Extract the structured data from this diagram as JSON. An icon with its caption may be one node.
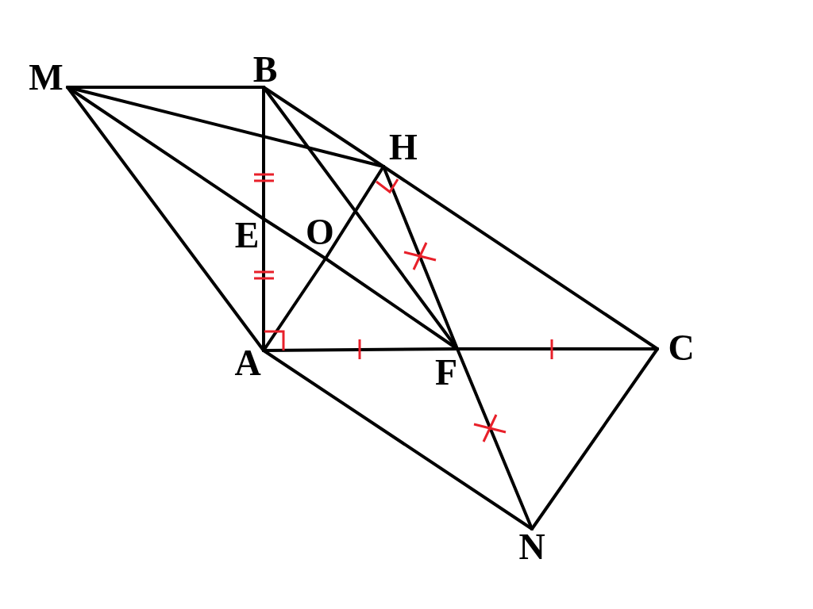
{
  "diagram": {
    "nodes": [
      {
        "text": [
          "M"
        ]
      },
      {
        "text": [
          "B"
        ]
      },
      {
        "text": [
          "H"
        ]
      },
      {
        "text": [
          "E"
        ]
      },
      {
        "text": [
          "O"
        ]
      },
      {
        "text": [
          "A"
        ]
      },
      {
        "text": [
          "F"
        ]
      },
      {
        "text": [
          "C"
        ]
      },
      {
        "text": [
          "N"
        ]
      }
    ],
    "edges": [
      {
        "from": 0,
        "to": 1,
        "arrow": "none"
      },
      {
        "from": 0,
        "to": 5,
        "arrow": "none"
      },
      {
        "from": 0,
        "to": 2,
        "arrow": "none"
      },
      {
        "from": 0,
        "to": 3,
        "arrow": "none"
      },
      {
        "from": 3,
        "to": 4,
        "arrow": "none"
      },
      {
        "from": 4,
        "to": 6,
        "arrow": "none"
      },
      {
        "from": 5,
        "to": 3,
        "arrow": "none"
      },
      {
        "from": 3,
        "to": 1,
        "arrow": "none"
      },
      {
        "from": 1,
        "to": 2,
        "arrow": "none"
      },
      {
        "from": 2,
        "to": 7,
        "arrow": "none"
      },
      {
        "from": 1,
        "to": 6,
        "arrow": "none"
      },
      {
        "from": 5,
        "to": 4,
        "arrow": "none"
      },
      {
        "from": 4,
        "to": 2,
        "arrow": "none"
      },
      {
        "from": 2,
        "to": 6,
        "arrow": "none"
      },
      {
        "from": 6,
        "to": 8,
        "arrow": "none"
      },
      {
        "from": 5,
        "to": 6,
        "arrow": "none"
      },
      {
        "from": 6,
        "to": 7,
        "arrow": "none"
      },
      {
        "from": 5,
        "to": 8,
        "arrow": "none"
      },
      {
        "from": 8,
        "to": 7,
        "arrow": "none"
      }
    ]
  }
}
